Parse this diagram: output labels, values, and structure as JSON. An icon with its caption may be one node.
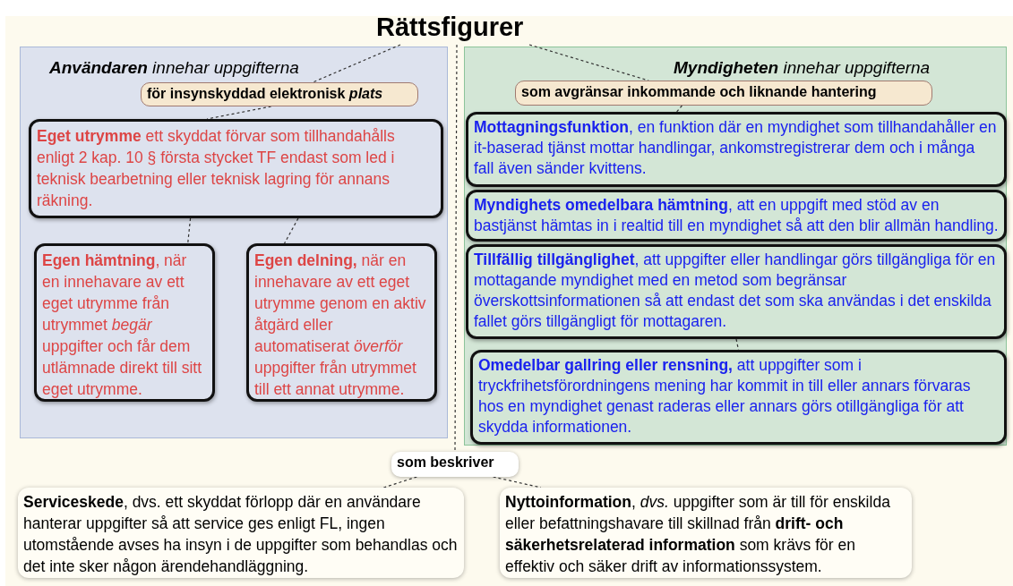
{
  "diagram": {
    "nodes": [
      {
        "text": [
          "Rättsfigurer"
        ]
      },
      {
        "text": [
          "**Användaren** innehar uppgifterna"
        ]
      },
      {
        "text": [
          "för insynskyddad elektronisk *plats*"
        ],
        "in": 1
      },
      {
        "text": [
          "**Eget utrymme** ett skyddat förvar som tillhandahålls enligt 2 kap. 10 § första stycket TF endast som led i teknisk bearbetning eller teknisk lagring för annans räkning."
        ],
        "in": 1
      },
      {
        "text": [
          "**Egen hämtning**, när en innehavare av ett eget utrymme från utrymmet *begär* uppgifter och får dem utlämnade direkt till sitt eget utrymme."
        ],
        "in": 1
      },
      {
        "text": [
          "**Egen delning,** när en innehavare av ett eget utrymme genom en aktiv åtgärd eller automatiserat *överför* uppgifter från utrymmet till ett annat utrymme."
        ],
        "in": 1
      },
      {
        "text": [
          "**Myndigheten** innehar uppgifterna"
        ]
      },
      {
        "text": [
          "som avgränsar inkommande och liknande hantering"
        ],
        "in": 6
      },
      {
        "text": [
          "**Mottagningsfunktion**, en funktion där en myndighet som tillhandahåller en it-baserad tjänst mottar handlingar, ankomstregistrerar dem och i många fall även sänder kvittens."
        ],
        "in": 6
      },
      {
        "text": [
          "**Myndighets omedelbara hämtning**, att en uppgift med stöd av en bastjänst hämtas in i realtid till en myndighet så att den blir allmän handling."
        ],
        "in": 6
      },
      {
        "text": [
          "**Tillfällig tillgänglighet**, att uppgifter eller handlingar görs tillgängliga för en mottagande myndighet med en metod som begränsar överskottsinformationen så att endast det som ska användas i det enskilda fallet görs tillgängligt för mottagaren."
        ],
        "in": 6
      },
      {
        "text": [
          "**Omedelbar gallring eller rensning,** att uppgifter som i tryckfrihetsförordningens mening har kommit in till eller annars förvaras hos en myndighet genast raderas eller annars görs otillgängliga för att skydda informationen."
        ],
        "in": 6
      },
      {
        "text": [
          "som beskriver"
        ]
      },
      {
        "text": [
          "**Serviceskede**, dvs. ett skyddat förlopp där en användare hanterar uppgifter så att service ges enligt FL, ingen utomstående avses ha insyn i de uppgifter som behandlas och det inte sker någon ärendehandläggning."
        ]
      },
      {
        "text": [
          "**Nyttoinformation**, *dvs.* uppgifter som är till för enskilda eller befattningshavare till skillnad från **drift- och säkerhetsrelaterad information** som krävs för en effektiv och säker drift av informationssystem."
        ]
      }
    ],
    "edges": [
      {
        "from": 0,
        "to": 2,
        "arrow": "none",
        "style": "dashed"
      },
      {
        "from": 2,
        "to": 3,
        "arrow": "none",
        "style": "dashed"
      },
      {
        "from": 3,
        "to": 4,
        "arrow": "none",
        "style": "dashed"
      },
      {
        "from": 3,
        "to": 5,
        "arrow": "none",
        "style": "dashed"
      },
      {
        "from": 0,
        "to": 7,
        "arrow": "none",
        "style": "dashed"
      },
      {
        "from": 7,
        "to": 8,
        "arrow": "none",
        "style": "dashed"
      },
      {
        "from": 10,
        "to": 11,
        "arrow": "none",
        "style": "dashed"
      },
      {
        "from": 0,
        "to": 12,
        "arrow": "none",
        "style": "dashed"
      },
      {
        "from": 12,
        "to": 13,
        "arrow": "none",
        "style": "dashed"
      },
      {
        "from": 12,
        "to": 14,
        "arrow": "none",
        "style": "dashed"
      }
    ]
  }
}
